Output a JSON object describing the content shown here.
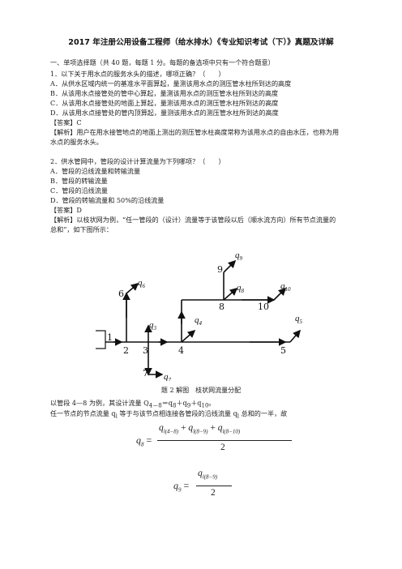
{
  "title": "2017 年注册公用设备工程师（给水排水）《专业知识考试（下）》真题及详解",
  "section": "一、单项选择题（共 40 题，每题 1 分。每题的备选项中只有一个符合题意）",
  "q1": {
    "stem": "1．以下关于用水点的服务水头的描述，哪项正确？（　　）",
    "options": [
      "A．从供水区域内统一的基准水平面算起，量测该用水点的测压管水柱所到达的高度",
      "B．从该用水点接管处的管中心算起，量测该用水点的测压管水柱所到达的高度",
      "C．从该用水点接管处的地面上算起，量测该用水点的测压管水柱所到达的高度",
      "D．从该用水点接管处的管内顶算起，量测该用水点的测压管水柱所到达的高度"
    ],
    "answer": "【答案】C",
    "analysis_1": "【解析】用户在用水接管地点的地面上测出的测压管水柱高度常称为该用水点的自由水压，也称为用",
    "analysis_2": "水点的服务水头。"
  },
  "q2": {
    "stem": "2．供水管网中，管段的设计计算流量为下列哪项？（　　）",
    "options": [
      "A．管段的沿线流量和转输流量",
      "B．管段的转输流量",
      "C．管段的沿线流量",
      "D．管段的转输流量和 50%的沿线流量"
    ],
    "answer": "【答案】D",
    "analysis_1": "【解析】以枝状网为例，“任一管段的（设计）流量等于该管段以后（顺水流方向）所有节点流量的",
    "analysis_2": "总和”，如下图所示："
  },
  "figure": {
    "caption": "题 2 解图　枝状网流量分配",
    "nodes": [
      "1",
      "2",
      "3",
      "4",
      "5",
      "6",
      "7",
      "8",
      "9",
      "10"
    ],
    "flows": [
      "q",
      "4",
      "5",
      "6",
      "7",
      "8",
      "9",
      "10",
      "3"
    ]
  },
  "after": {
    "line1a": "以管段 4—8 为例，其设计流量 Q",
    "line1sub": "4－8",
    "line1b": "＝q",
    "line1c": "8",
    "line1d": "＋q",
    "line1e": "9",
    "line1f": "＋q",
    "line1g": "10",
    "line1h": "。",
    "line2a": "任一节点的节点流量 q",
    "line2sub": "i",
    "line2b": " 等于与该节点相连接各管段的沿线流量 q",
    "line2sub2": "l",
    "line2c": " 总和的一半，故"
  },
  "formula1": {
    "lhs": "q",
    "lhs_sub": "8",
    "num_q": "q",
    "t1": "l(4−8)",
    "t2": "l(8−9)",
    "t3": "l(8−10)",
    "plus": "+",
    "den": "2",
    "eq": "="
  },
  "formula2": {
    "lhs": "q",
    "lhs_sub": "9",
    "num_q": "q",
    "t1": "l(8−9)",
    "den": "2",
    "eq": "="
  }
}
